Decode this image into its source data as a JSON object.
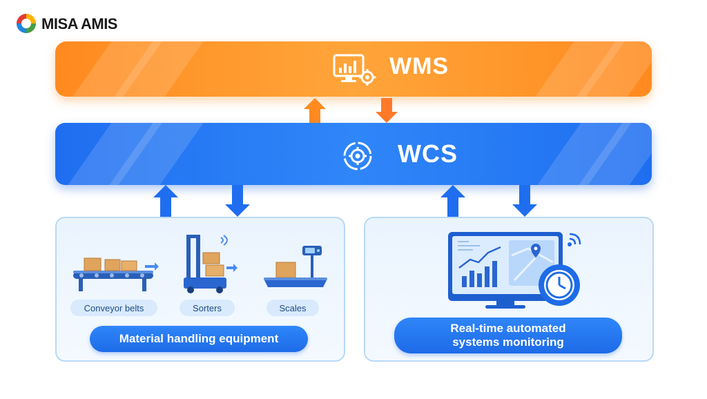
{
  "brand": {
    "name": "MISA AMIS"
  },
  "wms": {
    "label": "WMS"
  },
  "wcs": {
    "label": "WCS"
  },
  "left_panel": {
    "items": [
      "Conveyor belts",
      "Sorters",
      "Scales"
    ],
    "caption": "Material handling equipment"
  },
  "right_panel": {
    "caption_line1": "Real-time automated",
    "caption_line2": "systems monitoring"
  },
  "colors": {
    "wms_orange": "#ff8a1f",
    "wcs_blue": "#1f6ef0",
    "arrow_blue": "#1f6ef0",
    "panel_border": "#b8d8f7"
  }
}
